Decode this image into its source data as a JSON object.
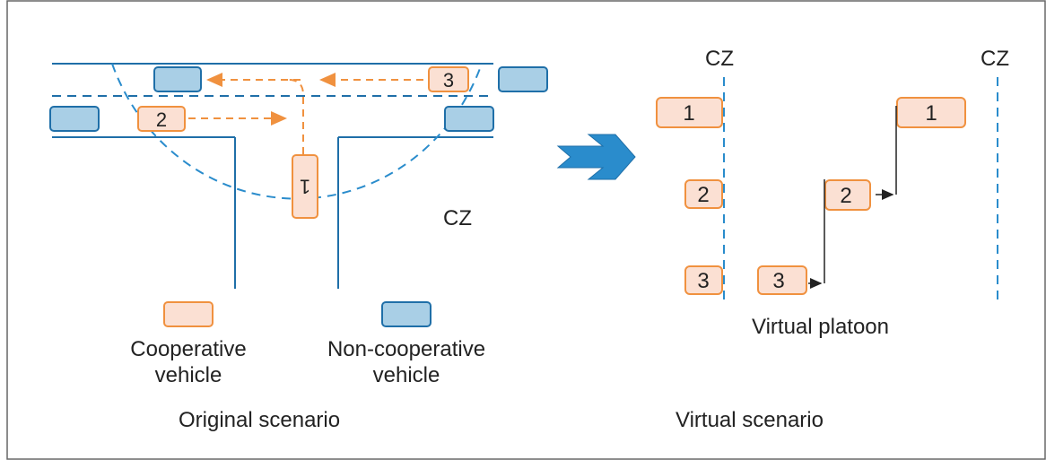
{
  "colors": {
    "coop_fill": "#fbe0d3",
    "coop_stroke": "#f0913f",
    "noncoop_fill": "#a9cfe6",
    "noncoop_stroke": "#1f6fa8",
    "road": "#1f6fa8",
    "arrow": "#2a8ccc"
  },
  "original": {
    "caption": "Original scenario",
    "zone_label": "CZ",
    "vehicles": [
      "1",
      "2",
      "3"
    ]
  },
  "virtual": {
    "caption": "Virtual scenario",
    "zone_label_left": "CZ",
    "zone_label_right": "CZ",
    "left_column": [
      "1",
      "2",
      "3"
    ],
    "platoon": [
      "3",
      "2",
      "1"
    ],
    "platoon_label": "Virtual platoon"
  },
  "legend": {
    "coop_label_1": "Cooperative",
    "coop_label_2": "vehicle",
    "noncoop_label_1": "Non-cooperative",
    "noncoop_label_2": "vehicle"
  }
}
